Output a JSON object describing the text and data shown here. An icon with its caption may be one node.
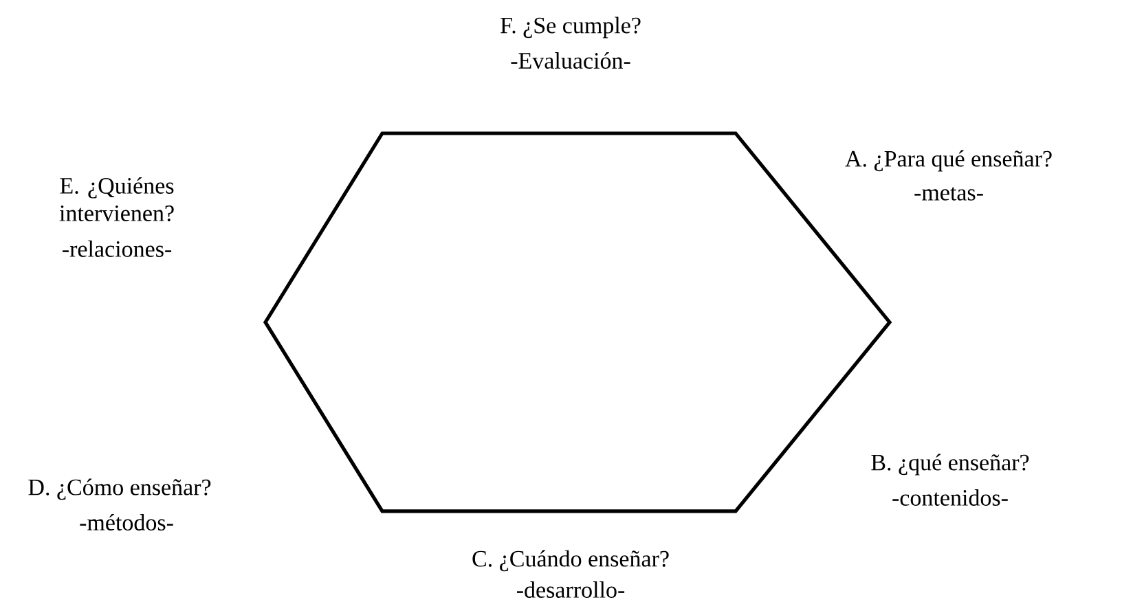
{
  "diagram": {
    "nodes": [
      {
        "text": [],
        "shape": "hexagon"
      }
    ],
    "labels": [
      "F. ¿Se cumple?",
      "-Evaluación-",
      "E. ¿Quiénes intervienen?",
      "-relaciones-",
      "A. ¿Para qué enseñar?",
      "-metas-",
      "B. ¿qué enseñar?",
      "-contenidos-",
      "D. ¿Cómo enseñar?",
      "-métodos-",
      "C. ¿Cuándo enseñar?",
      "-desarrollo-"
    ]
  }
}
